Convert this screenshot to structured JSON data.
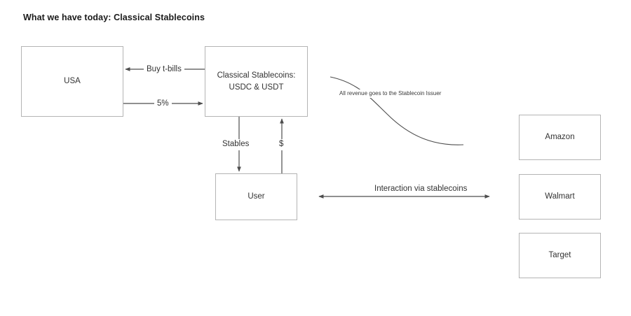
{
  "title": "What we have today: Classical Stablecoins",
  "colors": {
    "background": "#ffffff",
    "box_border": "#b4b4b4",
    "text": "#333333",
    "title_text": "#1a1a1a",
    "edge_line": "#4d4d4d"
  },
  "nodes": {
    "usa": "USA",
    "stablecoins_line1": "Classical Stablecoins:",
    "stablecoins_line2": "USDC & USDT",
    "user": "User",
    "amazon": "Amazon",
    "walmart": "Walmart",
    "target": "Target"
  },
  "edges": {
    "buy_tbills": "Buy t-bills",
    "yield": "5%",
    "stables": "Stables",
    "dollar": "$",
    "interaction_line1": "Interaction",
    "interaction_line2": "via stablecoins"
  },
  "annotations": {
    "revenue_note_line1": "All revenue goes to the",
    "revenue_note_line2": "Stablecoin Issuer"
  }
}
